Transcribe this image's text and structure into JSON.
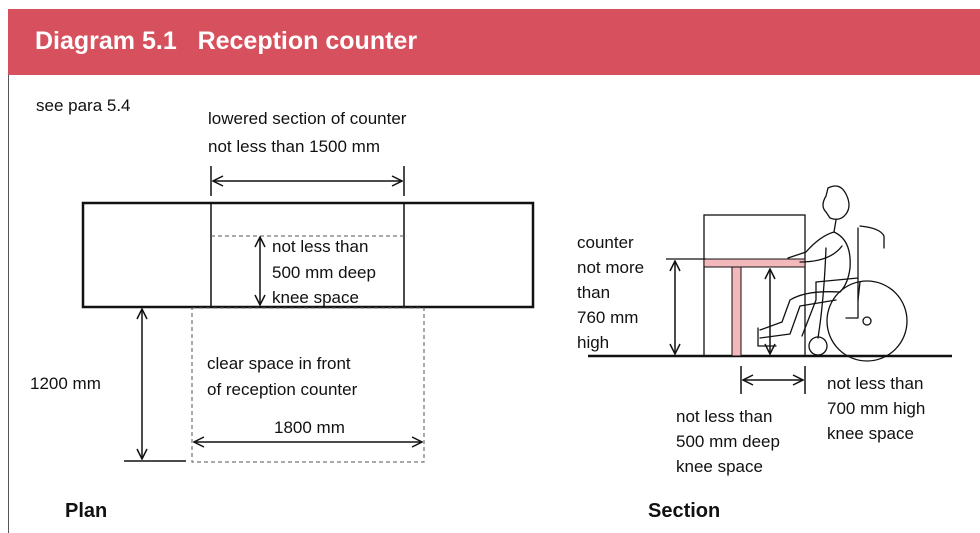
{
  "header": {
    "title": "Diagram 5.1   Reception counter",
    "color": "#d6515d"
  },
  "reference": "see para 5.4",
  "plan": {
    "label": "Plan",
    "lowered_section_line1": "lowered section of counter",
    "lowered_section_line2": "not less than 1500 mm",
    "knee_line1": "not less than",
    "knee_line2": "500 mm deep",
    "knee_line3": "knee space",
    "clear_space_line1": "clear space in front",
    "clear_space_line2": "of reception counter",
    "depth": "1200 mm",
    "width": "1800 mm"
  },
  "section": {
    "label": "Section",
    "counter_height_lines": [
      "counter",
      "not more",
      "than",
      "760 mm",
      "high"
    ],
    "knee_deep_lines": [
      "not less than",
      "500 mm deep",
      "knee space"
    ],
    "knee_high_lines": [
      "not less than",
      "700 mm high",
      "knee space"
    ],
    "counter_color": "#f2b8bb"
  }
}
